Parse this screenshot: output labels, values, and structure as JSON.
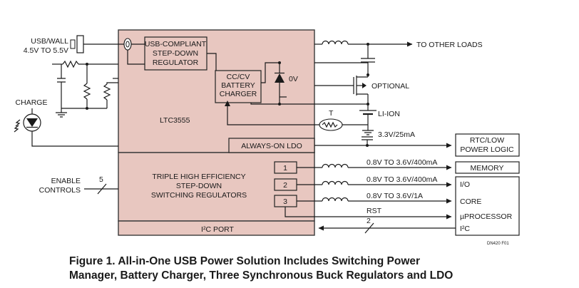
{
  "labels": {
    "usb_line1": "USB/WALL",
    "usb_line2": "4.5V TO 5.5V",
    "charge": "CHARGE",
    "enable_line1": "ENABLE",
    "enable_line2": "CONTROLS",
    "enable_count": "5",
    "usb_reg_line1": "USB-COMPLIANT",
    "usb_reg_line2": "STEP-DOWN",
    "usb_reg_line3": "REGULATOR",
    "charger_line1": "CC/CV",
    "charger_line2": "BATTERY",
    "charger_line3": "CHARGER",
    "zero_v": "0V",
    "chip_name": "LTC3555",
    "always_on": "ALWAYS-ON LDO",
    "triple_line1": "TRIPLE HIGH EFFICIENCY",
    "triple_line2": "STEP-DOWN",
    "triple_line3": "SWITCHING REGULATORS",
    "ch1": "1",
    "ch2": "2",
    "ch3": "3",
    "i2c_port": "I²C PORT",
    "i2c_count": "2",
    "other_loads": "TO OTHER LOADS",
    "optional": "OPTIONAL",
    "li_ion": "LI-ION",
    "thermistor": "T",
    "ldo_rating": "3.3V/25mA",
    "out1": "0.8V TO 3.6V/400mA",
    "out2": "0.8V TO 3.6V/400mA",
    "out3": "0.8V TO 3.6V/1A",
    "rst": "RST",
    "rtc_line1": "RTC/LOW",
    "rtc_line2": "POWER LOGIC",
    "memory": "MEMORY",
    "io": "I/O",
    "core": "CORE",
    "uprocessor": "µPROCESSOR",
    "i2c": "I²C",
    "fig_code": "DN420 F01"
  },
  "caption": {
    "line1": "Figure 1. All-in-One USB Power Solution Includes Switching Power",
    "line2": "Manager, Battery Charger, Three Synchronous Buck Regulators and LDO"
  },
  "colors": {
    "chip_fill": "#e8c7c0",
    "line": "#1a1a1a"
  }
}
